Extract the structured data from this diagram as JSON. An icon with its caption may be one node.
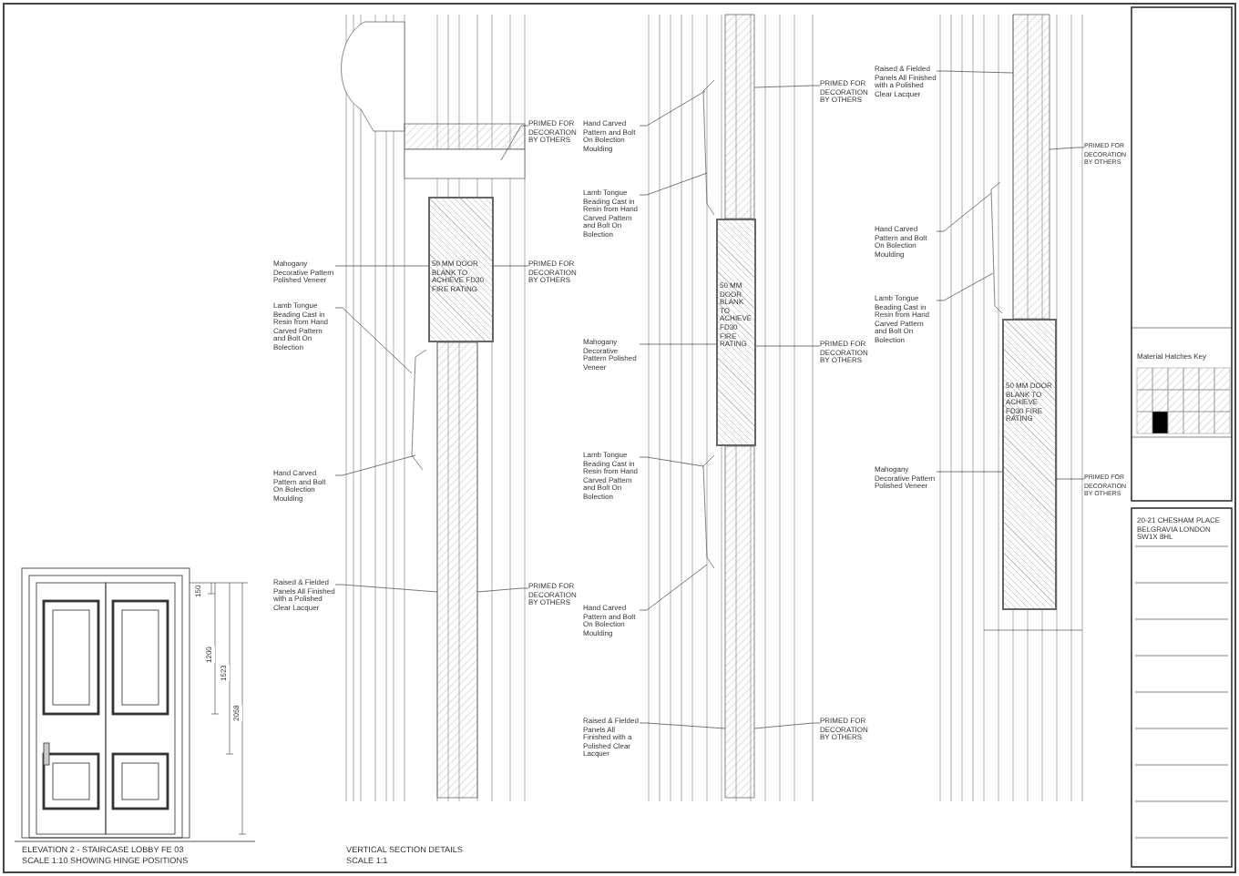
{
  "diagram": {
    "title": "VERTICAL SECTION DETAILS",
    "nodes": [
      {
        "text": [
          "Mahogany Decorative Pattern Polished Veneer"
        ]
      },
      {
        "text": [
          "Lamb Tongue Beading Cast in Resin from Hand Carved Pattern and Bolt On Bolection"
        ]
      },
      {
        "text": [
          "Hand Carved Pattern and Bolt On Bolection Moulding"
        ]
      },
      {
        "text": [
          "Raised & Fielded Panels All Finished with a Polished Clear Lacquer"
        ]
      },
      {
        "text": [
          "PRIMED FOR DECORATION BY OTHERS"
        ]
      },
      {
        "text": [
          "PRIMED FOR DECORATION BY OTHERS"
        ]
      },
      {
        "text": [
          "PRIMED FOR DECORATION BY OTHERS"
        ]
      },
      {
        "text": [
          "Hand Carved Pattern and Bolt On Bolection Moulding"
        ]
      },
      {
        "text": [
          "Lamb Tongue Beading Cast in Resin from Hand Carved Pattern and Bolt On Bolection"
        ]
      },
      {
        "text": [
          "Mahogany Decorative Pattern Polished Veneer"
        ]
      },
      {
        "text": [
          "Lamb Tongue Beading Cast in Resin from Hand Carved Pattern and Bolt On Bolection"
        ]
      },
      {
        "text": [
          "Hand Carved Pattern and Bolt On Bolection Moulding"
        ]
      },
      {
        "text": [
          "Raised & Fielded Panels All Finished with a Polished Clear Lacquer"
        ]
      },
      {
        "text": [
          "PRIMED FOR DECORATION BY OTHERS"
        ]
      },
      {
        "text": [
          "PRIMED FOR DECORATION BY OTHERS"
        ]
      },
      {
        "text": [
          "PRIMED FOR DECORATION BY OTHERS"
        ]
      },
      {
        "text": [
          "Raised & Fielded Panels All Finished with a Polished Clear Lacquer"
        ]
      },
      {
        "text": [
          "Hand Carved Pattern and Bolt On Bolection Moulding"
        ]
      },
      {
        "text": [
          "Lamb Tongue Beading Cast in Resin from Hand Carved Pattern and Bolt On Bolection"
        ]
      },
      {
        "text": [
          "Mahogany Decorative Pattern Polished Veneer"
        ]
      },
      {
        "text": [
          "PRIMED FOR DECORATION BY OTHERS"
        ]
      },
      {
        "text": [
          "PRIMED FOR DECORATION BY OTHERS"
        ]
      },
      {
        "text": [
          "50 MM DOOR BLANK TO ACHIEVE FD30 FIRE RATING"
        ]
      },
      {
        "text": [
          "50 MM DOOR BLANK TO ACHIEVE FD30 FIRE RATING"
        ]
      },
      {
        "text": [
          "50 MM DOOR BLANK TO ACHIEVE FD30 FIRE RATING"
        ]
      }
    ],
    "edges": [
      {
        "from": 0,
        "to": 22,
        "arrow": "none"
      },
      {
        "from": 1,
        "to": null,
        "arrow": "none"
      },
      {
        "from": 2,
        "to": null,
        "arrow": "none"
      },
      {
        "from": 3,
        "to": null,
        "arrow": "none"
      },
      {
        "from": 4,
        "to": null,
        "arrow": "none"
      },
      {
        "from": 5,
        "to": 22,
        "arrow": "none"
      },
      {
        "from": 6,
        "to": null,
        "arrow": "none"
      },
      {
        "from": 7,
        "to": null,
        "arrow": "none"
      },
      {
        "from": 8,
        "to": null,
        "arrow": "none"
      },
      {
        "from": 9,
        "to": 23,
        "arrow": "none"
      },
      {
        "from": 10,
        "to": null,
        "arrow": "none"
      },
      {
        "from": 11,
        "to": null,
        "arrow": "none"
      },
      {
        "from": 12,
        "to": null,
        "arrow": "none"
      },
      {
        "from": 13,
        "to": null,
        "arrow": "none"
      },
      {
        "from": 14,
        "to": 23,
        "arrow": "none"
      },
      {
        "from": 15,
        "to": null,
        "arrow": "none"
      },
      {
        "from": 16,
        "to": null,
        "arrow": "none"
      },
      {
        "from": 17,
        "to": null,
        "arrow": "none"
      },
      {
        "from": 18,
        "to": null,
        "arrow": "none"
      },
      {
        "from": 19,
        "to": 24,
        "arrow": "none"
      },
      {
        "from": 20,
        "to": null,
        "arrow": "none"
      },
      {
        "from": 21,
        "to": 24,
        "arrow": "none"
      }
    ],
    "labels": [
      "Material Hatches Key",
      "20-21 CHESHAM PLACE BELGRAVIA LONDON SW1X 8HL",
      "150",
      "1200",
      "1523",
      "2058",
      "ELEVATION 2 - STAIRCASE LOBBY FE 03",
      "SCALE 1:10 SHOWING HINGE POSITIONS",
      "SCALE 1:1"
    ]
  }
}
